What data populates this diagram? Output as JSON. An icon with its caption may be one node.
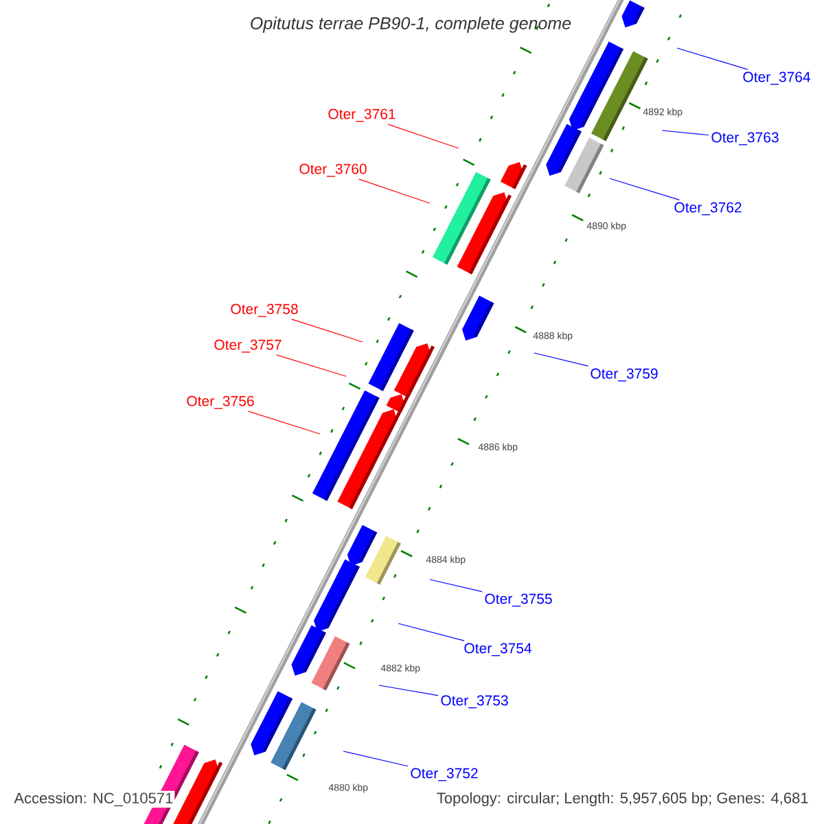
{
  "diagram": {
    "title": "Opitutus terrae PB90-1, complete genome",
    "nodes": [
      {
        "text": [
          "Oter_3764"
        ]
      },
      {
        "text": [
          "Oter_3761"
        ]
      },
      {
        "text": [
          "Oter_3763"
        ]
      },
      {
        "text": [
          "Oter_3760"
        ]
      },
      {
        "text": [
          "Oter_3762"
        ]
      },
      {
        "text": [
          "Oter_3758"
        ]
      },
      {
        "text": [
          "Oter_3757"
        ]
      },
      {
        "text": [
          "Oter_3759"
        ]
      },
      {
        "text": [
          "Oter_3756"
        ]
      },
      {
        "text": [
          "Oter_3755"
        ]
      },
      {
        "text": [
          "Oter_3754"
        ]
      },
      {
        "text": [
          "Oter_3753"
        ]
      },
      {
        "text": [
          "Oter_3752"
        ]
      }
    ],
    "edges": [
      {
        "from": 0,
        "to": null,
        "arrow": "none"
      },
      {
        "from": 1,
        "to": null,
        "arrow": "none",
        "color": "#ff0000"
      },
      {
        "from": 2,
        "to": null,
        "arrow": "none"
      },
      {
        "from": 3,
        "to": null,
        "arrow": "none",
        "color": "#ff0000"
      },
      {
        "from": 4,
        "to": null,
        "arrow": "none"
      },
      {
        "from": 5,
        "to": null,
        "arrow": "none",
        "color": "#ff0000"
      },
      {
        "from": 6,
        "to": null,
        "arrow": "none",
        "color": "#ff0000"
      },
      {
        "from": 7,
        "to": null,
        "arrow": "none"
      },
      {
        "from": 8,
        "to": null,
        "arrow": "none",
        "color": "#ff0000"
      },
      {
        "from": 9,
        "to": null,
        "arrow": "none"
      },
      {
        "from": 10,
        "to": null,
        "arrow": "none"
      },
      {
        "from": 11,
        "to": null,
        "arrow": "none"
      },
      {
        "from": 12,
        "to": null,
        "arrow": "none"
      }
    ],
    "labels": [
      "4892 kbp",
      "4890 kbp",
      "4888 kbp",
      "4886 kbp",
      "4884 kbp",
      "4882 kbp",
      "4880 kbp",
      "Accession: NC_010571",
      "Topology: circular; Length: 5,957,605 bp; Genes: 4,681"
    ]
  }
}
